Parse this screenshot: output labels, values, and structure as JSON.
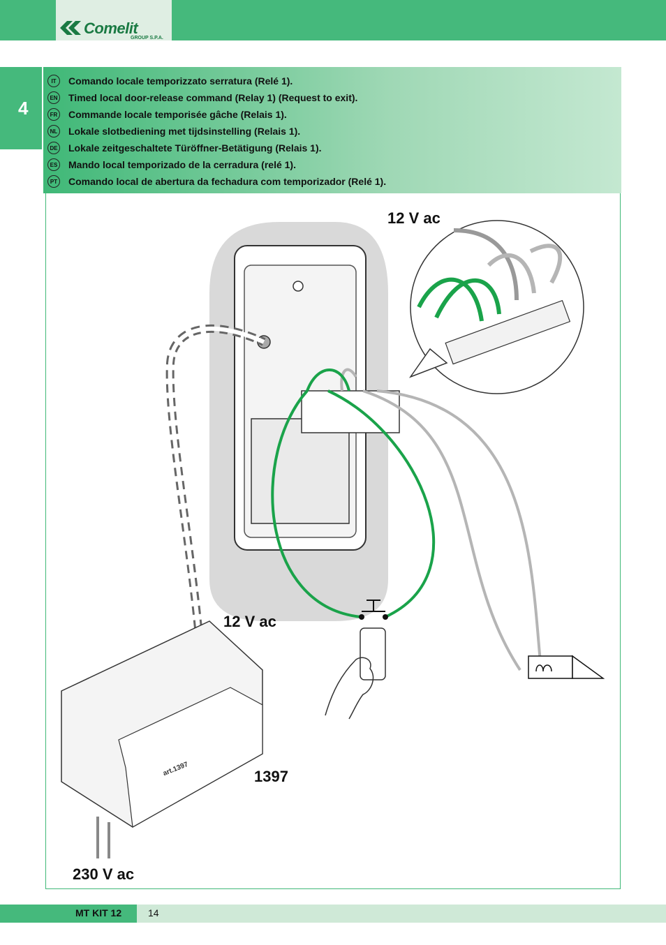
{
  "brand": {
    "name": "Comelit",
    "sub": "GROUP S.P.A."
  },
  "section_number": "4",
  "languages": [
    {
      "code": "IT",
      "text": "Comando locale temporizzato serratura (Relé 1)."
    },
    {
      "code": "EN",
      "text": "Timed local door-release command (Relay 1) (Request to exit)."
    },
    {
      "code": "FR",
      "text": "Commande locale temporisée gâche (Relais 1)."
    },
    {
      "code": "NL",
      "text": "Lokale slotbediening met tijdsinstelling (Relais 1)."
    },
    {
      "code": "DE",
      "text": "Lokale zeitgeschaltete Türöffner-Betätigung (Relais 1)."
    },
    {
      "code": "ES",
      "text": "Mando local temporizado de la cerradura (relé 1)."
    },
    {
      "code": "PT",
      "text": "Comando local de abertura da fechadura com temporizador (Relé 1)."
    }
  ],
  "diagram": {
    "label_12v_top": "12 V ac",
    "label_12v_mid": "12 V ac",
    "label_1397": "1397",
    "label_230v": "230 V ac",
    "psu_model": "art.1397"
  },
  "footer": {
    "title": "MT KIT 12",
    "page": "14"
  },
  "colors": {
    "brand_green": "#45b97c",
    "wire_green": "#1aa34a",
    "wire_grey": "#b5b5b5"
  }
}
